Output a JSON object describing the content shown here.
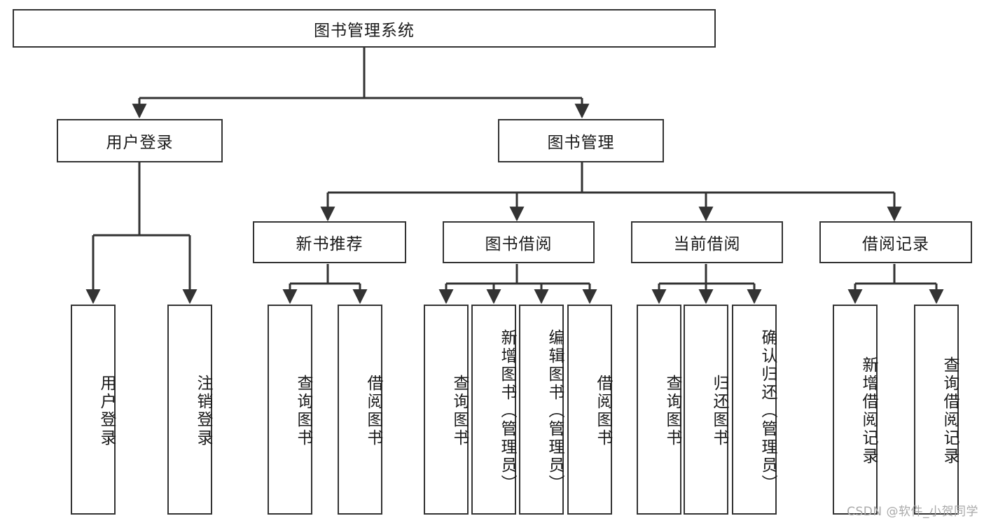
{
  "diagram": {
    "title": "图书管理系统",
    "type": "hierarchy-tree",
    "watermark": "CSDN @软件_小贺同学",
    "colors": {
      "stroke": "#333333",
      "fill": "#ffffff",
      "text": "#1a1a1a",
      "watermark": "#a9a9a9"
    },
    "root": {
      "label": "图书管理系统"
    },
    "level2": [
      {
        "label": "用户登录"
      },
      {
        "label": "图书管理"
      }
    ],
    "level3": [
      {
        "label": "新书推荐"
      },
      {
        "label": "图书借阅"
      },
      {
        "label": "当前借阅"
      },
      {
        "label": "借阅记录"
      }
    ],
    "leaves": {
      "user_login": [
        {
          "label": "用户登录"
        },
        {
          "label": "注销登录"
        }
      ],
      "new_book": [
        {
          "label": "查询图书"
        },
        {
          "label": "借阅图书"
        }
      ],
      "borrow_book": [
        {
          "label": "查询图书"
        },
        {
          "label": "新增图书（管理员）"
        },
        {
          "label": "编辑图书（管理员）"
        },
        {
          "label": "借阅图书"
        }
      ],
      "current_borrow": [
        {
          "label": "查询图书"
        },
        {
          "label": "归还图书"
        },
        {
          "label": "确认归还（管理员）"
        }
      ],
      "borrow_record": [
        {
          "label": "新增借阅记录"
        },
        {
          "label": "查询借阅记录"
        }
      ]
    }
  }
}
